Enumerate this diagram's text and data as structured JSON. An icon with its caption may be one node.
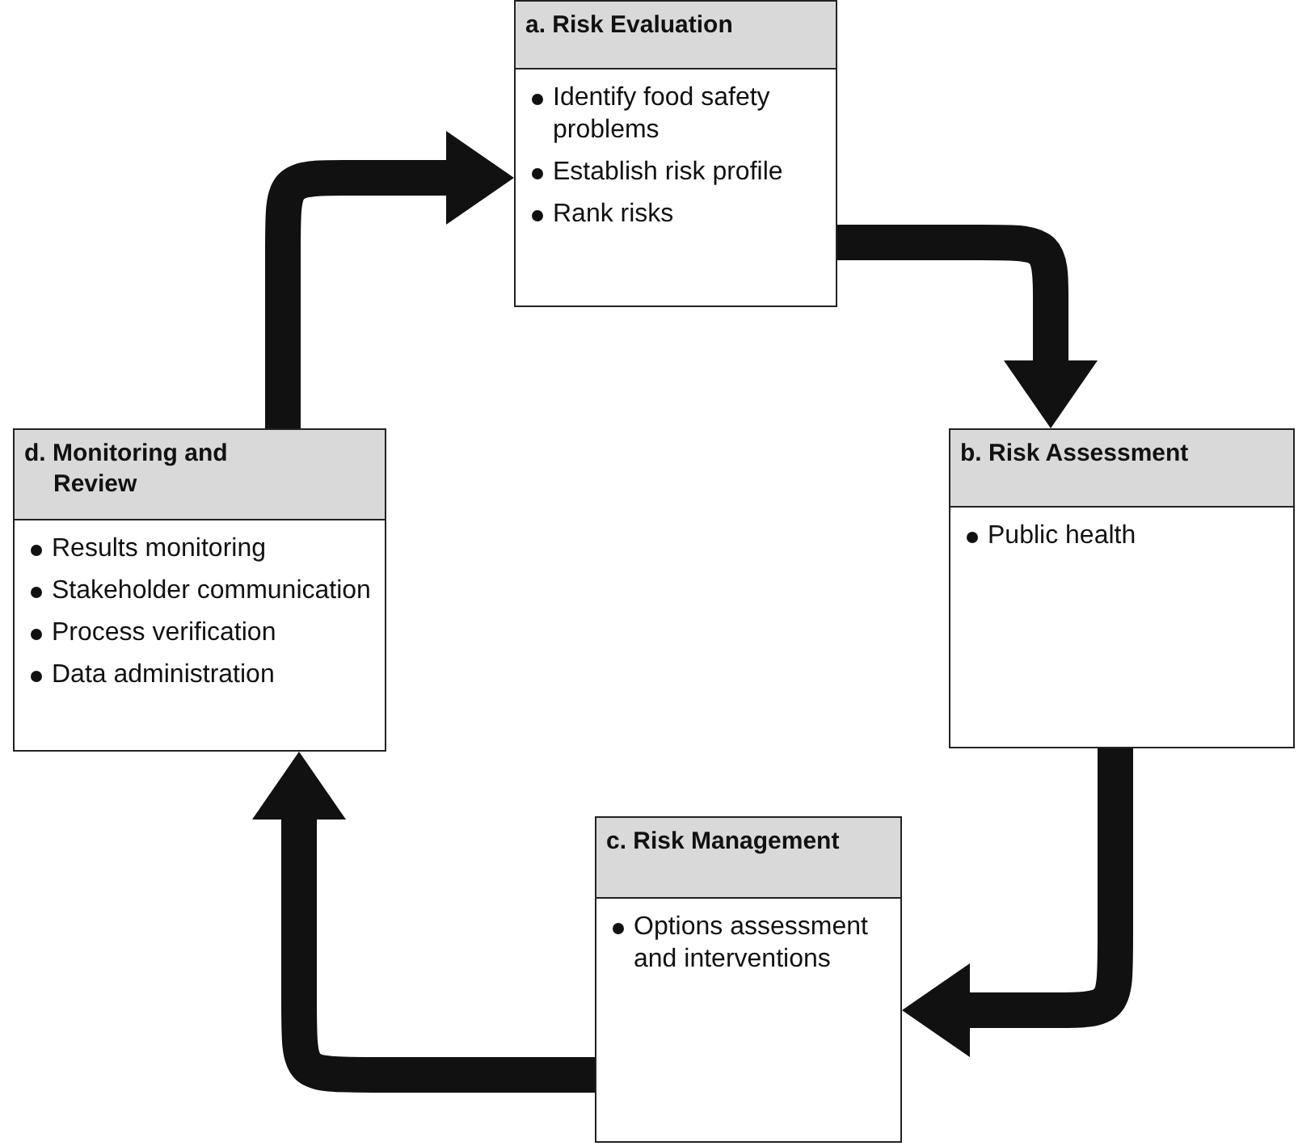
{
  "diagram": {
    "nodes": [
      {
        "text": [
          "a. Risk Evaluation",
          "Identify food safety problems",
          "Establish risk profile",
          "Rank risks"
        ]
      },
      {
        "text": [
          "b. Risk Assessment",
          "Public health"
        ]
      },
      {
        "text": [
          "c. Risk Management",
          "Options assessment and interventions"
        ]
      },
      {
        "text": [
          "d. Monitoring and Review",
          "Results monitoring",
          "Stakeholder communication",
          "Process verification",
          "Data administration"
        ]
      }
    ],
    "edges": [
      {
        "from": 0,
        "to": 1,
        "arrow": "to"
      },
      {
        "from": 1,
        "to": 2,
        "arrow": "to"
      },
      {
        "from": 2,
        "to": 3,
        "arrow": "to"
      },
      {
        "from": 3,
        "to": 0,
        "arrow": "to"
      }
    ]
  }
}
